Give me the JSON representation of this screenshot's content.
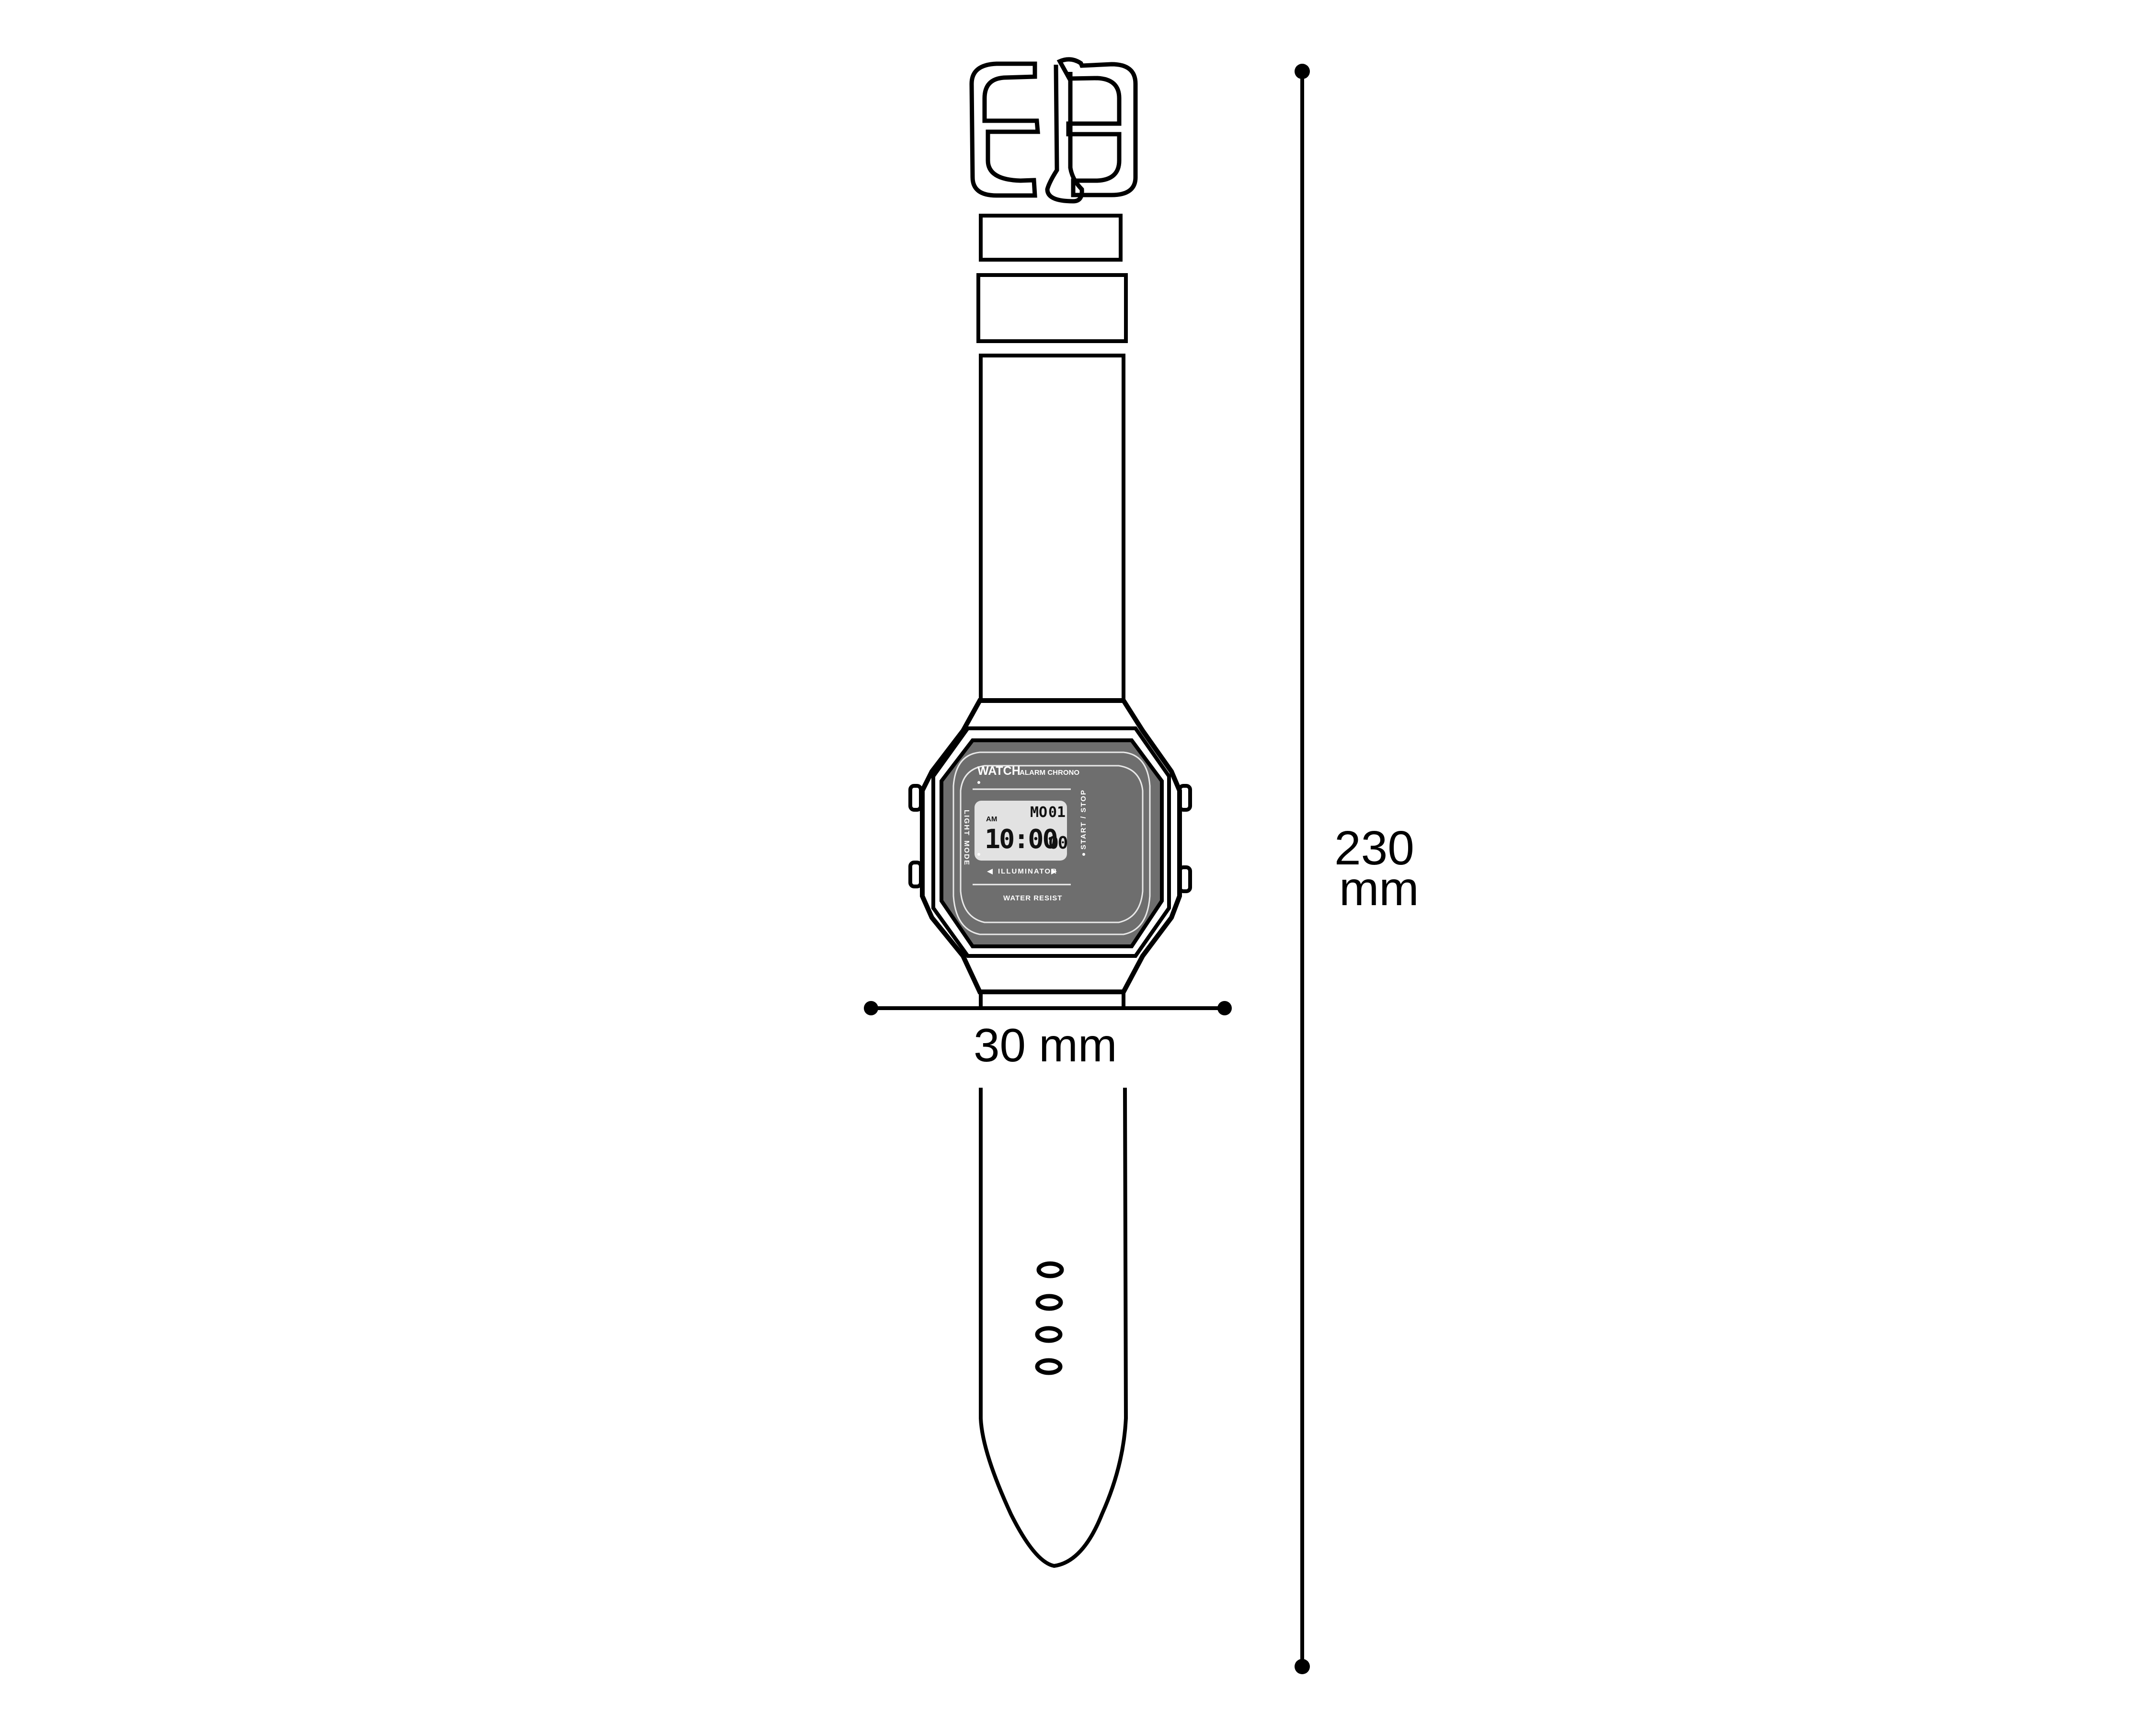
{
  "diagram": {
    "subject": "Digital wristwatch with strap",
    "dimensions": {
      "width": {
        "value": "30 mm"
      },
      "length": {
        "value": "230",
        "unit": "mm"
      }
    },
    "watch_face": {
      "brand": "WATCH",
      "features": "ALARM CHRONO",
      "left_labels": {
        "top": "LIGHT",
        "bottom": "MODE"
      },
      "right_label": "START / STOP",
      "illuminator": "ILLUMINATOR",
      "footer": "WATER RESIST",
      "lcd": {
        "meridiem": "AM",
        "day": "MO",
        "date": "01",
        "time": "10:00",
        "seconds": "00"
      }
    },
    "strap": {
      "hole_count": 4
    },
    "colors": {
      "line": "#000000",
      "face": "#6e6e6e",
      "lcd": "#e2e2e2",
      "background": "#ffffff"
    }
  }
}
